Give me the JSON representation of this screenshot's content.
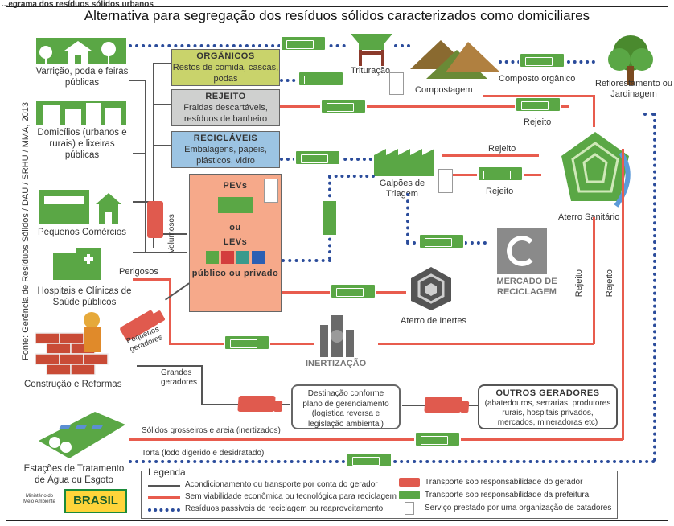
{
  "caption": "...egrama dos resíduos sólidos urbanos",
  "title": "Alternativa para segregação dos resíduos sólidos caracterizados como domiciliares",
  "source": "Fonte: Gerência de Resíduos Sólidos / DAU / SRHU / MMA, 2013",
  "colors": {
    "green": "#5aa745",
    "red_line": "#e85c4e",
    "blue_dots": "#2b4c9b",
    "organicos_fill": "#c9d36b",
    "rejeito_fill": "#cfd0cf",
    "reciclaveis_fill": "#9cc4e3",
    "pevs_fill": "#f6a98a"
  },
  "sources": {
    "varricao": "Varrição, poda e feiras públicas",
    "domicilios": "Domicílios (urbanos e rurais) e lixeiras públicas",
    "pequenos_comercios": "Pequenos Comércios",
    "hospitais": "Hospitais e Clínicas de Saúde públicos",
    "construcao": "Construção e Reformas",
    "estacoes": "Estações de Tratamento de Água ou Esgoto"
  },
  "boxes": {
    "organicos": {
      "title": "ORGÂNICOS",
      "body": "Restos de comida, cascas, podas"
    },
    "rejeito": {
      "title": "REJEITO",
      "body": "Fraldas descartáveis, resíduos de banheiro"
    },
    "reciclaveis": {
      "title": "RECICLÁVEIS",
      "body": "Embalagens, papeis, plásticos, vidro"
    },
    "pevs": {
      "title": "PEVs",
      "ou": "ou",
      "levs": "LEVs",
      "footer": "público ou privado"
    },
    "destinacao": "Destinação conforme plano de gerenciamento (logística reversa e legislação ambiental)",
    "outros": {
      "title": "OUTROS GERADORES",
      "body": "(abatedouros, serrarias, produtores rurais, hospitais privados, mercados, mineradoras etc)"
    }
  },
  "labels": {
    "volumosos": "Volumosos",
    "perigosos": "Perigosos",
    "pequenos_geradores": "Pequenos geradores",
    "grandes_geradores": "Grandes geradores",
    "trituracao": "Trituração",
    "compostagem": "Compostagem",
    "composto": "Composto orgânico",
    "reflorestamento": "Reflorestamento ou Jardinagem",
    "rejeito": "Rejeito",
    "galpoes": "Galpões de Triagem",
    "aterro_sanitario": "Aterro Sanitário",
    "mercado": "MERCADO DE RECICLAGEM",
    "aterro_inertes": "Aterro de Inertes",
    "inertizacao": "INERTIZAÇÃO",
    "solidos": "Sólidos grosseiros e areia (inertizados)",
    "torta": "Torta (lodo digerido e desidratado)"
  },
  "legend": {
    "title": "Legenda",
    "items": [
      "Acondicionamento ou transporte por conta do gerador",
      "Sem viabilidade econômica ou tecnológica para reciclagem",
      "Resíduos passíveis de reciclagem ou reaproveitamento",
      "Transporte sob responsabilidade do gerador",
      "Transporte sob responsabilidade da prefeitura",
      "Serviço prestado por uma organização de catadores"
    ]
  },
  "logos": {
    "ministerio": "Ministério do Meio Ambiente",
    "brasil": "BRASIL"
  }
}
